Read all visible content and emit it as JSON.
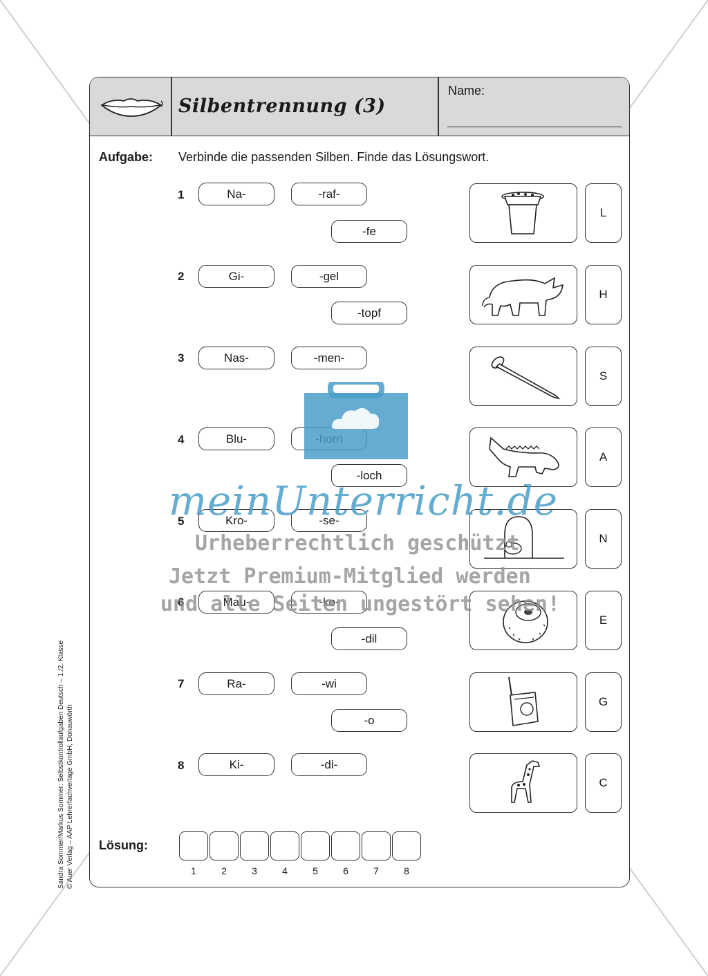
{
  "header": {
    "title": "Silbentrennung (3)",
    "name_label": "Name:"
  },
  "task": {
    "label": "Aufgabe:",
    "text": "Verbinde die passenden Silben. Finde das Lösungswort."
  },
  "rows": [
    {
      "num": "1",
      "syllables": [
        "Na-",
        "-raf-",
        "-fe"
      ],
      "picture": "flower-pot-icon",
      "letter": "L"
    },
    {
      "num": "2",
      "syllables": [
        "Gi-",
        "-gel",
        "-topf"
      ],
      "picture": "rhino-icon",
      "letter": "H"
    },
    {
      "num": "3",
      "syllables": [
        "Nas-",
        "-men-"
      ],
      "picture": "nail-icon",
      "letter": "S"
    },
    {
      "num": "4",
      "syllables": [
        "Blu-",
        "-horn",
        "-loch"
      ],
      "picture": "crocodile-icon",
      "letter": "A"
    },
    {
      "num": "5",
      "syllables": [
        "Kro-",
        "-se-"
      ],
      "picture": "mouse-hole-icon",
      "letter": "N"
    },
    {
      "num": "6",
      "syllables": [
        "Mau-",
        "-ko-",
        "-dil"
      ],
      "picture": "kiwi-icon",
      "letter": "E"
    },
    {
      "num": "7",
      "syllables": [
        "Ra-",
        "-wi",
        "-o"
      ],
      "picture": "radio-icon",
      "letter": "G"
    },
    {
      "num": "8",
      "syllables": [
        "Ki-",
        "-di-"
      ],
      "picture": "giraffe-icon",
      "letter": "C"
    }
  ],
  "solution": {
    "label": "Lösung:",
    "numbers": [
      "1",
      "2",
      "3",
      "4",
      "5",
      "6",
      "7",
      "8"
    ]
  },
  "credit": {
    "line1": "Sandra Sommer/Markus Sommer: Selbstkontrollaufgaben Deutsch – 1./2. Klasse",
    "line2": "© Auer Verlag – AAP Lehrerfachverlage GmbH, Donauwörth"
  },
  "watermark": {
    "logo": "meinUnterricht.de",
    "line1": "Urheberrechtlich geschützt",
    "line2": "Jetzt Premium-Mitglied werden",
    "line3": "und alle Seiten ungestört sehen!"
  },
  "colors": {
    "header_bg": "#d9d9d9",
    "watermark_blue": "#4a9ec8",
    "watermark_gray": "#8f8f8f"
  }
}
